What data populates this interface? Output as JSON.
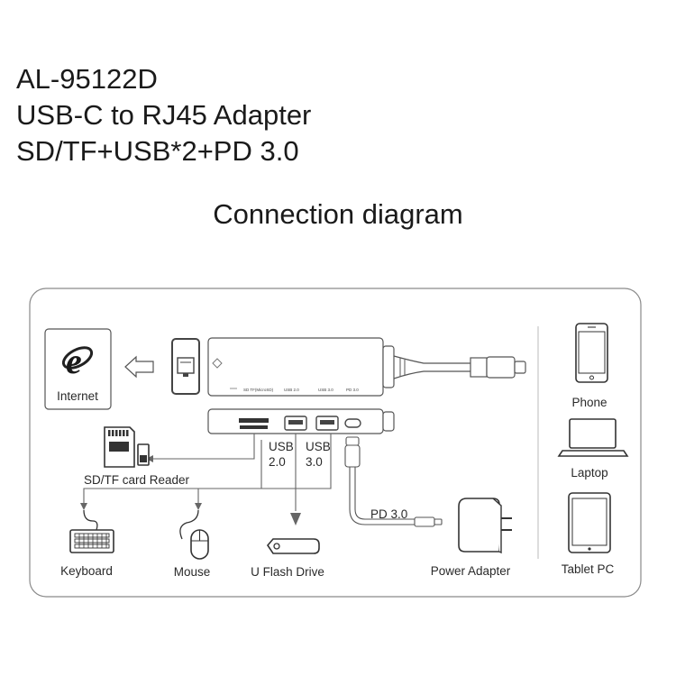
{
  "header": {
    "model": "AL-95122D",
    "product": "USB-C to RJ45 Adapter",
    "ports": "SD/TF+USB*2+PD 3.0"
  },
  "diagram": {
    "heading": "Connection diagram",
    "hub_port_labels": [
      "SD TF(MicroSD)",
      "USB 2.0",
      "USB 3.0",
      "PD 3.0"
    ],
    "devices": {
      "internet": "Internet",
      "card_reader": "SD/TF card Reader",
      "keyboard": "Keyboard",
      "mouse": "Mouse",
      "flash_drive": "U Flash Drive",
      "power_adapter": "Power Adapter",
      "phone": "Phone",
      "laptop": "Laptop",
      "tablet": "Tablet PC"
    },
    "ports": {
      "usb2_line1": "USB",
      "usb2_line2": "2.0",
      "usb3_line1": "USB",
      "usb3_line2": "3.0",
      "pd": "PD 3.0"
    }
  }
}
